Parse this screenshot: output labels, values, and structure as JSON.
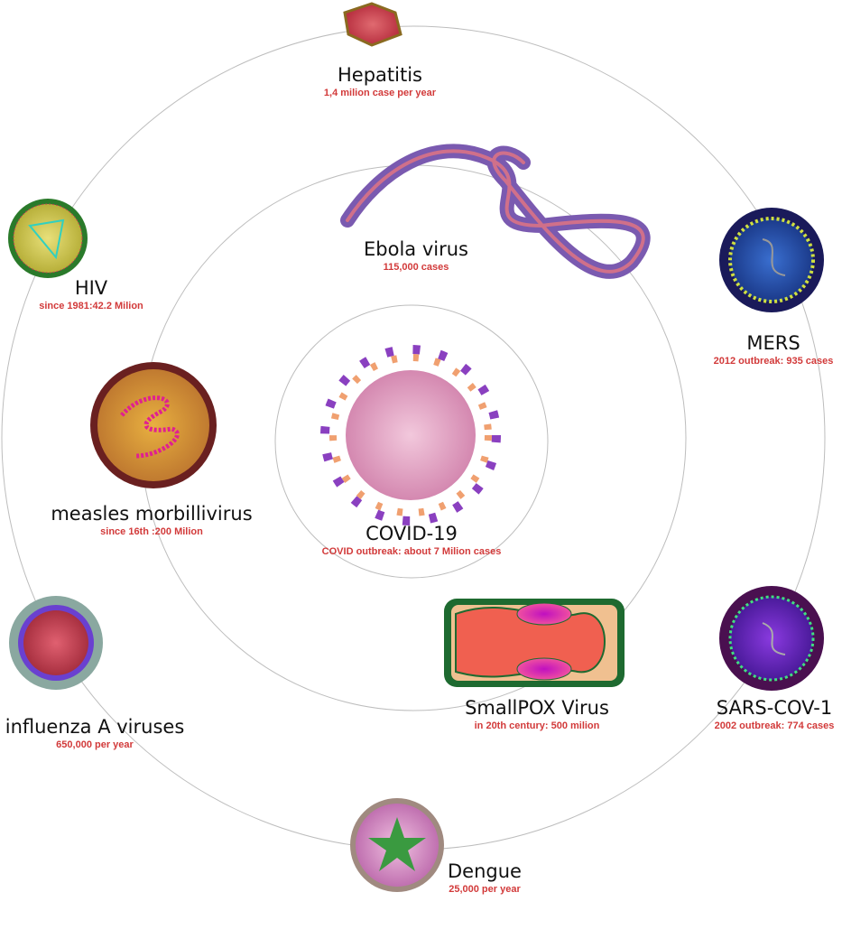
{
  "title": "Major viruses and case counts",
  "colors": {
    "ring": "#bdbdbd",
    "stat": "#d23a3a"
  },
  "viruses": [
    {
      "name": "Hepatitis",
      "stat": "1,4 milion case per year"
    },
    {
      "name": "Ebola virus",
      "stat": "115,000 cases"
    },
    {
      "name": "HIV",
      "stat": "since 1981:42.2 Milion"
    },
    {
      "name": "MERS",
      "stat": "2012 outbreak: 935 cases"
    },
    {
      "name": "measles morbillivirus",
      "stat": "since 16th :200 Milion"
    },
    {
      "name": "COVID-19",
      "stat": "COVID outbreak: about 7 Milion cases"
    },
    {
      "name": "influenza A viruses",
      "stat": "650,000 per year"
    },
    {
      "name": "SmallPOX Virus",
      "stat": "in 20th century: 500 milion"
    },
    {
      "name": "SARS-COV-1",
      "stat": "2002 outbreak: 774 cases"
    },
    {
      "name": "Dengue",
      "stat": "25,000 per year"
    }
  ]
}
